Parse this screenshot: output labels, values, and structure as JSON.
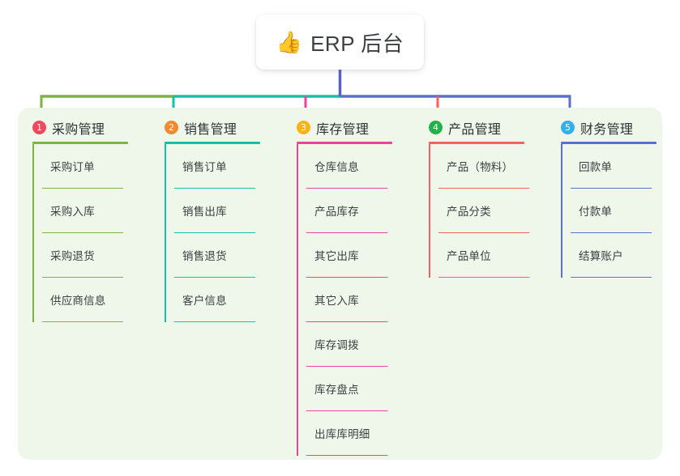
{
  "title": {
    "emoji": "👍",
    "emoji_name": "thumbs-up-icon",
    "text": "ERP 后台"
  },
  "theme": {
    "panel_bg": "#eef7ea",
    "page_bg": "#ffffff",
    "title_text": "#3c4043",
    "item_text": "#3c4043",
    "trunk_line": "#5a5fc7"
  },
  "chart_data": {
    "type": "diagram",
    "layout": "org-chart / mind-map, 1 root with 5 branch columns",
    "root": "👍 ERP 后台",
    "branches": 5,
    "total_leaves": 20
  },
  "columns": [
    {
      "number": "1",
      "badge_color": "#f2485e",
      "line_color": "#7cb342",
      "connector_color": "#7cb342",
      "title": "采购管理",
      "items": [
        "采购订单",
        "采购入库",
        "采购退货",
        "供应商信息"
      ]
    },
    {
      "number": "2",
      "badge_color": "#f5892f",
      "line_color": "#16bfa8",
      "connector_color": "#16bfa8",
      "title": "销售管理",
      "items": [
        "销售订单",
        "销售出库",
        "销售退货",
        "客户信息"
      ]
    },
    {
      "number": "3",
      "badge_color": "#fbb412",
      "line_color": "#e8449b",
      "connector_color": "#e8449b",
      "title": "库存管理",
      "items": [
        "仓库信息",
        "产品库存",
        "其它出库",
        "其它入库",
        "库存调拨",
        "库存盘点",
        "出库库明细"
      ]
    },
    {
      "number": "4",
      "badge_color": "#22b24c",
      "line_color": "#f4615e",
      "connector_color": "#f4615e",
      "title": "产品管理",
      "items": [
        "产品（物料）",
        "产品分类",
        "产品单位"
      ]
    },
    {
      "number": "5",
      "badge_color": "#2eb3e8",
      "line_color": "#5a6fd0",
      "connector_color": "#5a6fd0",
      "title": "财务管理",
      "items": [
        "回款单",
        "付款单",
        "结算账户"
      ]
    }
  ]
}
